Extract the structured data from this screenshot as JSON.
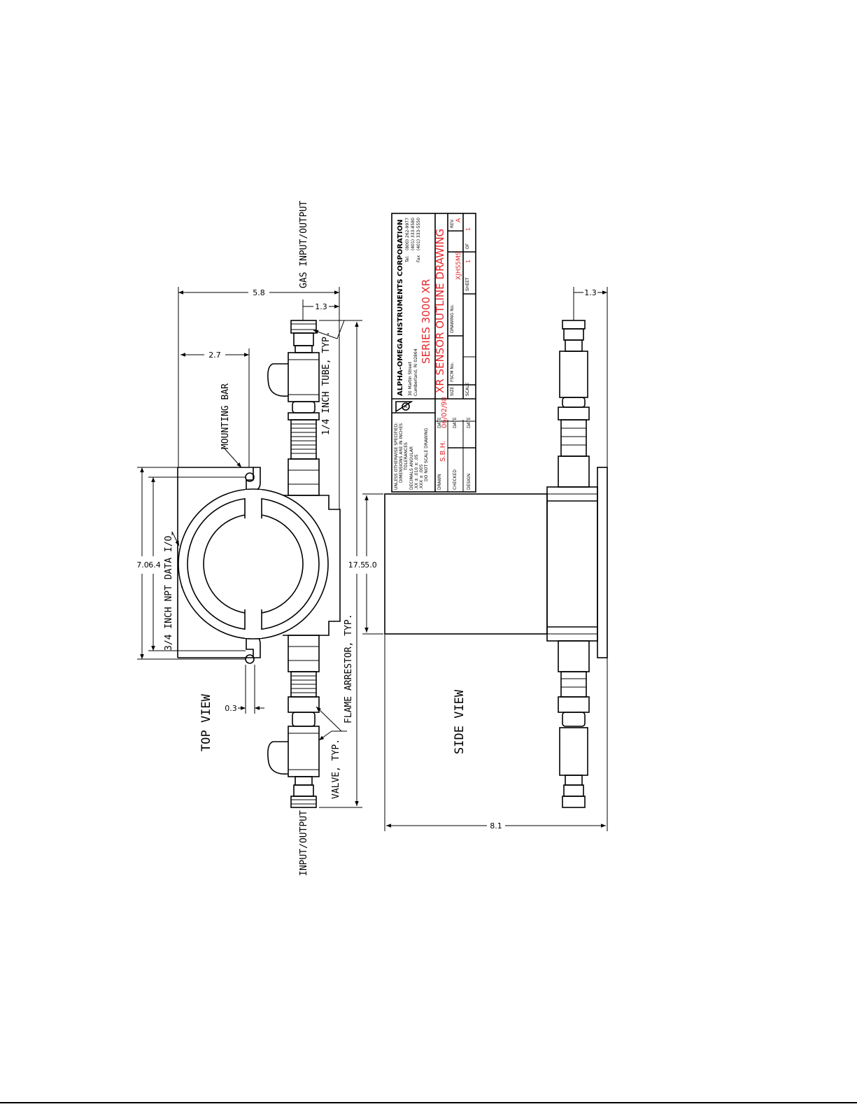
{
  "labels": {
    "gas_input_output": "GAS INPUT/OUTPUT",
    "input_output": "INPUT/OUTPUT",
    "mounting_bar": "MOUNTING BAR",
    "quarter_inch_tube": "1/4 INCH TUBE, TYP.",
    "npt_data": "3/4 INCH NPT DATA I/O",
    "flame_arrestor": "FLAME ARRESTOR, TYP.",
    "valve": "VALVE, TYP.",
    "top_view": "TOP VIEW",
    "side_view": "SIDE VIEW"
  },
  "dimensions": {
    "d_5_8": "5.8",
    "d_2_7": "2.7",
    "d_1_3_top": "1.3",
    "d_7_0": "7.0",
    "d_6_4": "6.4",
    "d_0_3": "0.3",
    "d_17_5": "17.5",
    "d_5_0": "5.0",
    "d_1_3_side": "1.3",
    "d_8_1": "8.1"
  },
  "title_block": {
    "company": "ALPHA-OMEGA INSTRUMENTS CORPORATION",
    "address1": "30 Martin Street",
    "address2": "Cumberland, RI 02864",
    "tel_label": "Tel.",
    "tel1": "(800) 262-9977",
    "tel2": "(401) 333-8580",
    "fax_label": "Fax",
    "fax": "(401) 333-5550",
    "title1": "SERIES 3000 XR",
    "title2": "XR SENSOR OUTLINE DRAWING",
    "notes": [
      "UNLESS OTHERWISE SPECIFIED:",
      "DIMENSIONS ARE IN INCHES",
      "TOLERANCES",
      "DECIMALS          ANGULAR",
      ".XX  ± .010          ± .05",
      ".XXX ± .005",
      "DO NOT SCALE DRAWING"
    ],
    "drawn_label": "DRAWN",
    "drawn_value": "S.B.H.",
    "date_label": "DATE",
    "date_value": "06/02/98",
    "checked_label": "CHECKED",
    "design_label": "DESIGN",
    "size_label": "SIZE",
    "fscm_label": "FSCM No.",
    "drawing_no_label": "DRAWING No.",
    "drawing_no_value": "XJHS5MS",
    "rev_label": "REV.",
    "rev_value": "A",
    "scale_label": "SCALE",
    "sheet_label": "SHEET",
    "sheet_value": "1",
    "of_label": "OF",
    "of_value": "1"
  },
  "colors": {
    "line": "#000000",
    "title_red": "#e3262b",
    "background": "#ffffff"
  }
}
